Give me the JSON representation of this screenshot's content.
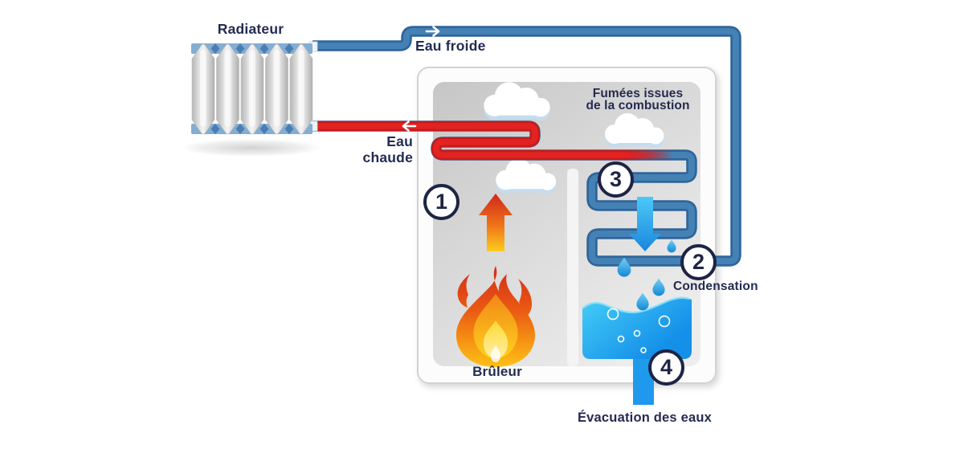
{
  "labels": {
    "radiator": "Radiateur",
    "cold_water": "Eau froide",
    "hot_water_lines": [
      "Eau",
      "chaude"
    ],
    "fumes_lines": [
      "Fumées issues",
      "de la combustion"
    ],
    "condensation": "Condensation",
    "burner": "Brûleur",
    "water_evacuation": "Évacuation des eaux"
  },
  "steps": [
    "1",
    "2",
    "3",
    "4"
  ],
  "colors": {
    "cold_pipe_blue": "#3a78ad",
    "hot_pipe_red": "#e01f1f",
    "condensate_cyan": "#2bb5f2",
    "flame_orange": "#f08115",
    "flame_yellow": "#ffd31f",
    "text_navy": "#242b50",
    "panel_gray": "#d6d6d6",
    "boiler_white": "#fcfcfc"
  },
  "icons": {
    "radiator": "radiator-icon",
    "steam_clouds": "steam-cloud-icon",
    "flame": "flame-icon",
    "heat_arrow": "heat-up-arrow-icon",
    "fumes_arrow": "fumes-down-arrow-icon",
    "water_drops": "water-drop-icon",
    "flow_arrow_cold": "flow-right-arrow-icon",
    "flow_arrow_hot": "flow-left-arrow-icon",
    "condensate_tank": "water-tank-icon"
  }
}
